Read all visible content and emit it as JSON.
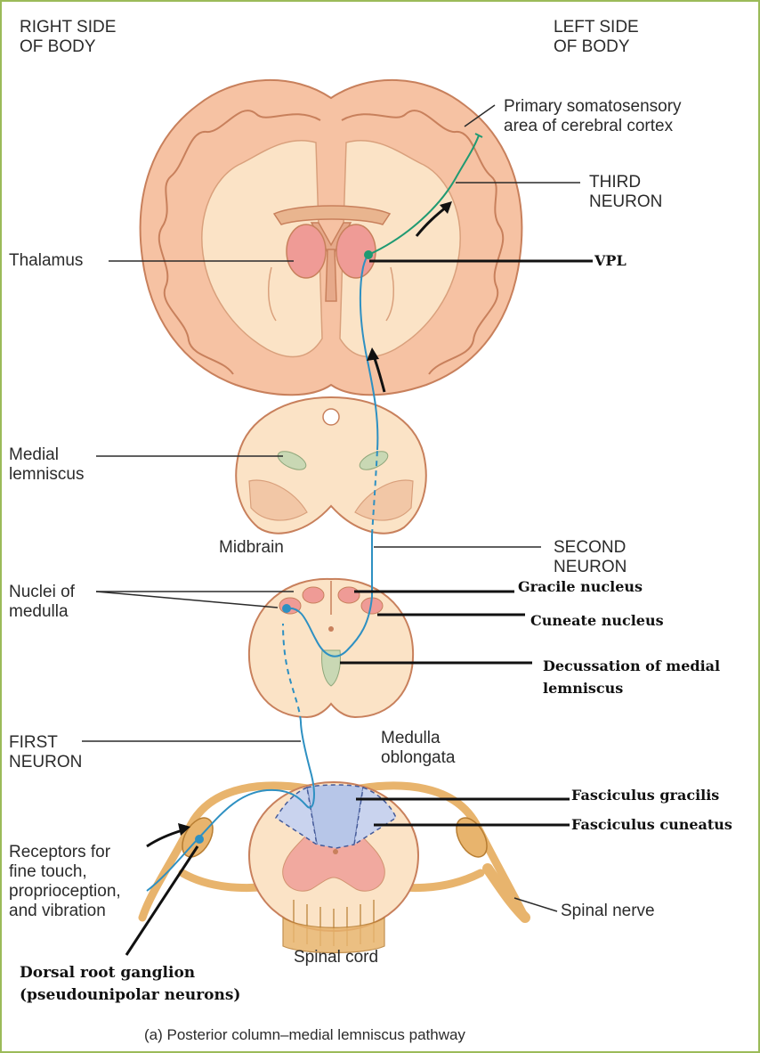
{
  "header": {
    "right_side": "RIGHT SIDE\nOF BODY",
    "left_side": "LEFT SIDE\nOF BODY"
  },
  "labels": {
    "primary_somatosensory": "Primary somatosensory\narea of cerebral cortex",
    "third_neuron": "THIRD\nNEURON",
    "thalamus": "Thalamus",
    "vpl": "VPL",
    "medial_lemniscus": "Medial\nlemniscus",
    "midbrain": "Midbrain",
    "second_neuron": "SECOND\nNEURON",
    "nuclei_of_medulla": "Nuclei of\nmedulla",
    "gracile_nucleus": "Gracile nucleus",
    "cuneate_nucleus": "Cuneate nucleus",
    "decussation": "Decussation of medial\nlemniscus",
    "first_neuron": "FIRST\nNEURON",
    "medulla_oblongata": "Medulla\noblongata",
    "fasciculus_gracilis": "Fasciculus gracilis",
    "fasciculus_cuneatus": "Fasciculus cuneatus",
    "receptors": "Receptors for\nfine touch,\nproprioception,\nand vibration",
    "spinal_nerve": "Spinal nerve",
    "spinal_cord": "Spinal cord",
    "dorsal_root_ganglion": "Dorsal root ganglion\n(pseudounipolar neurons)"
  },
  "caption": "(a) Posterior column–medial lemniscus pathway",
  "colors": {
    "frame": "#9bbb59",
    "brain_fill": "#f6c2a3",
    "brain_stroke": "#c8805c",
    "tissue_fill": "#fbe3c6",
    "nucleus_fill": "#ef9b96",
    "tract_fill": "#c9d8b4",
    "fasciculus_fill": "#b7c6e8",
    "pathway": "#2e90c2",
    "third_neuron": "#1f9a72",
    "nerve_fill": "#e8b46d"
  }
}
